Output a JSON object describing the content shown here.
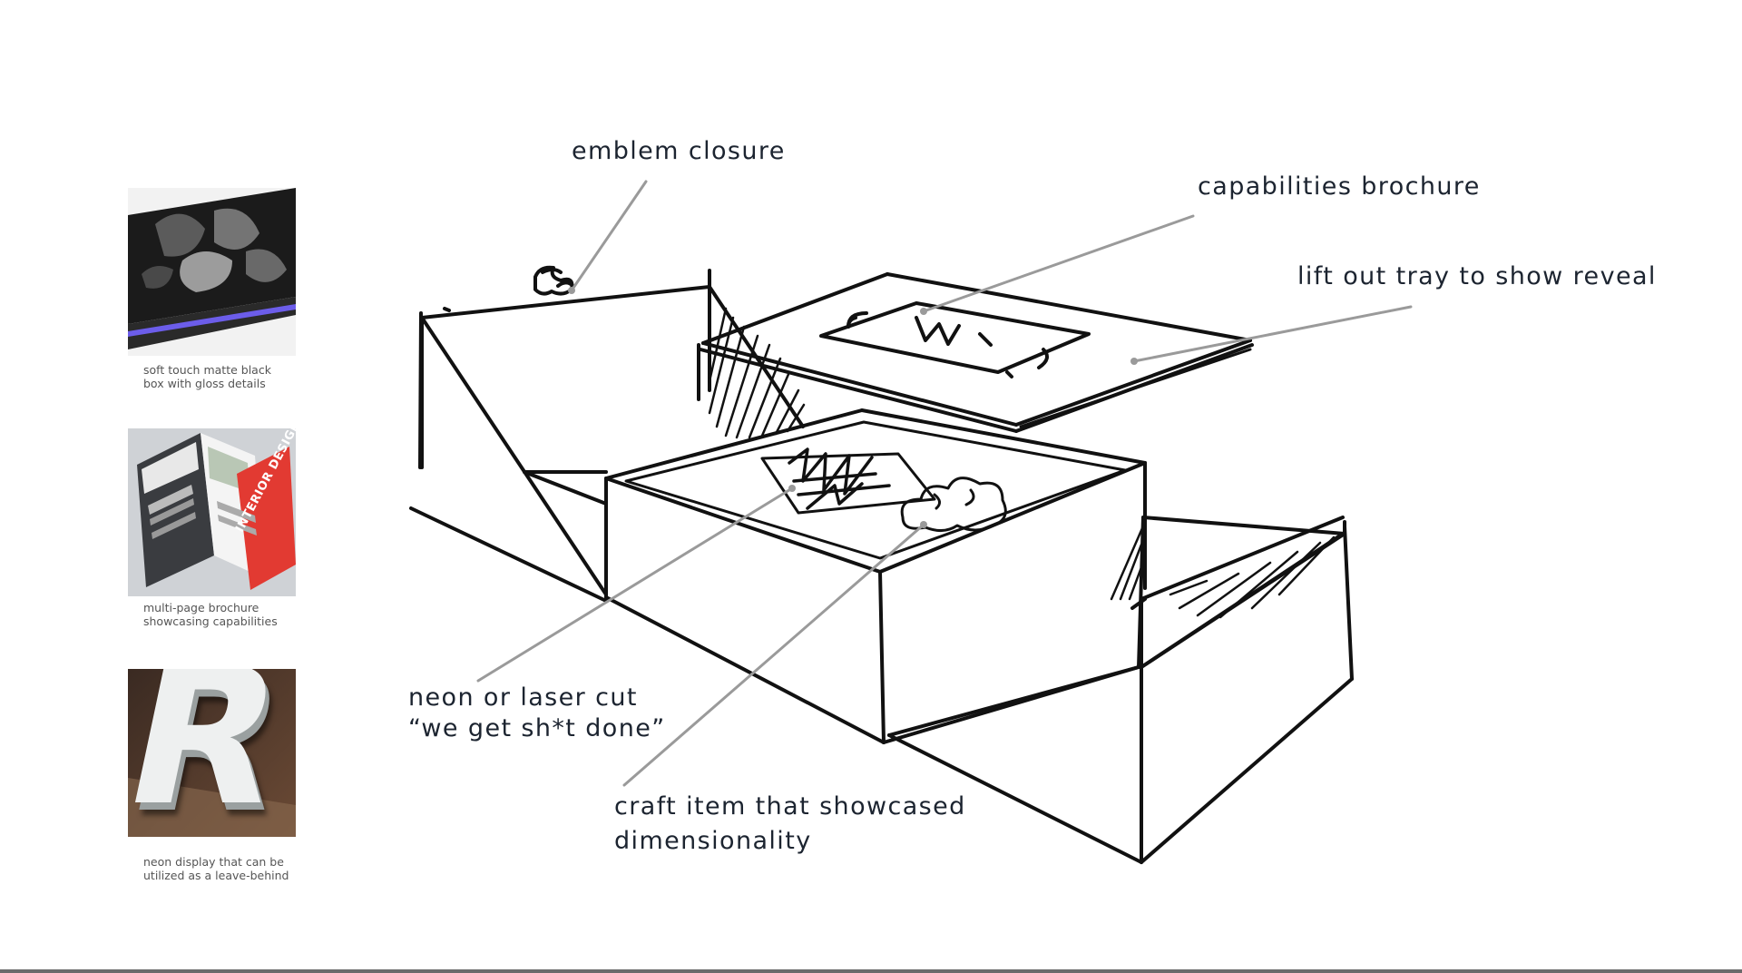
{
  "thumbnails": [
    {
      "name": "matte-black-box-photo",
      "caption_lines": [
        "soft touch matte black",
        "box with gloss details"
      ]
    },
    {
      "name": "brochure-photo",
      "photo_text": "INTERIOR DESIGN",
      "caption_lines": [
        "multi-page brochure",
        "showcasing capabilities"
      ]
    },
    {
      "name": "neon-letter-photo",
      "photo_text": "R",
      "caption_lines": [
        "neon display that can be",
        "utilized as a leave-behind"
      ]
    }
  ],
  "callouts": {
    "emblem": {
      "lines": [
        "emblem closure"
      ]
    },
    "brochure": {
      "lines": [
        "capabilities brochure"
      ]
    },
    "tray": {
      "lines": [
        "lift out tray to show reveal"
      ]
    },
    "neon": {
      "lines": [
        "neon or laser cut",
        "“we get sh*t done”"
      ]
    },
    "craft": {
      "lines": [
        "craft item that showcased",
        "dimensionality"
      ]
    }
  },
  "colors": {
    "sketch_ink": "#111111",
    "leader_line": "#9a9a9a",
    "callout_text": "#1c2430",
    "caption_text": "#555555",
    "brochure_accent": "#e23a32",
    "box_gloss_accent": "#6d5cff"
  }
}
